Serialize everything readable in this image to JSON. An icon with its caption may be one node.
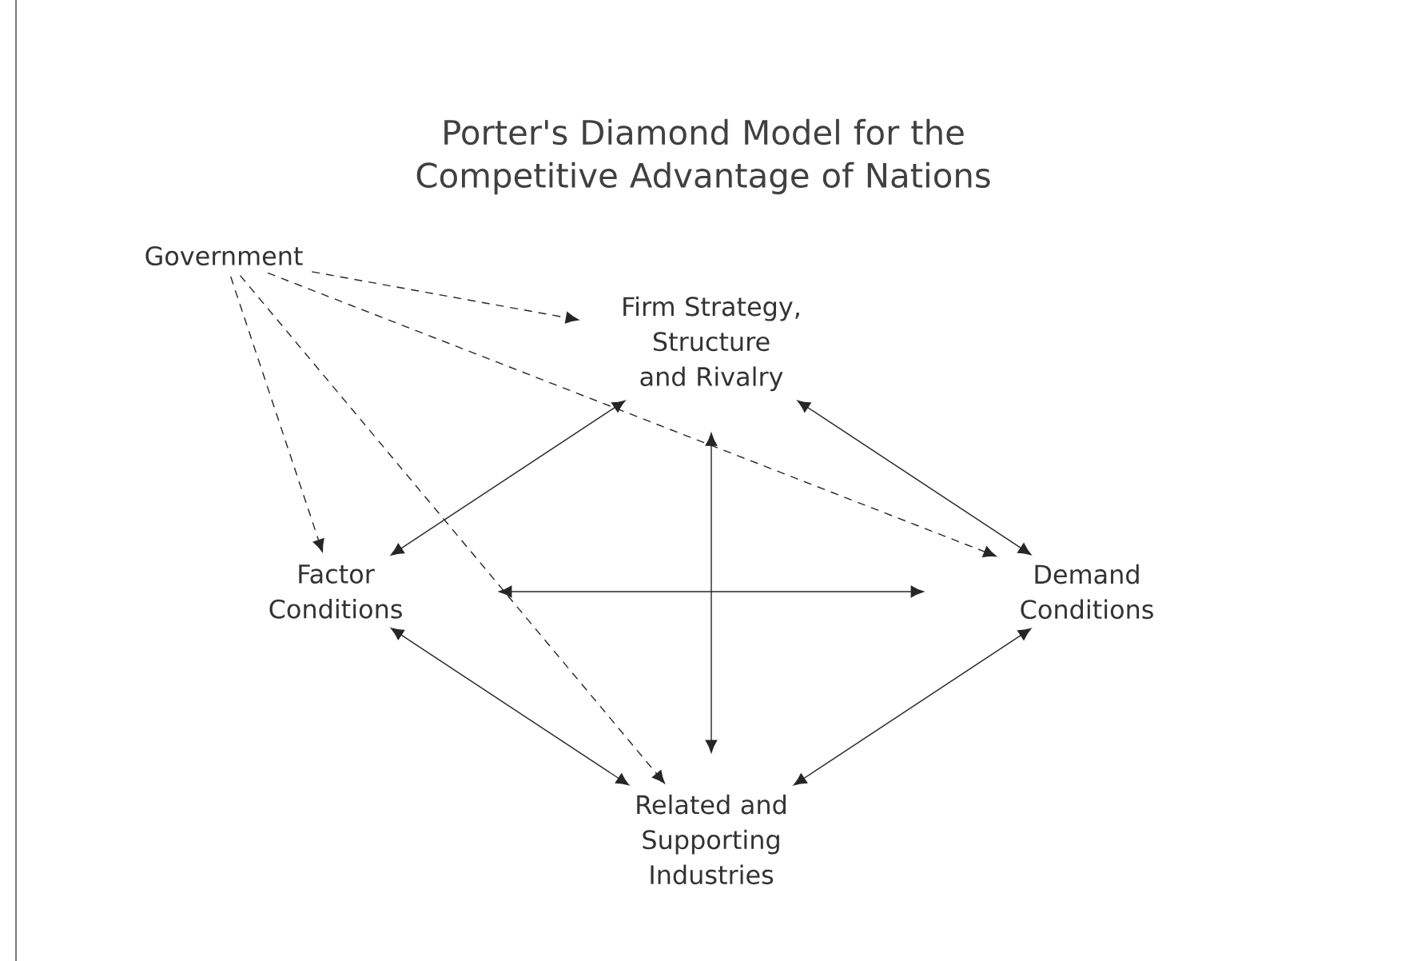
{
  "diagram": {
    "title": "Porter's Diamond Model for the Competitive Advantage of Nations",
    "nodes": [
      {
        "text": [
          "Government"
        ]
      },
      {
        "text": [
          "Firm Strategy, Structure and Rivalry"
        ]
      },
      {
        "text": [
          "Factor Conditions"
        ]
      },
      {
        "text": [
          "Demand Conditions"
        ]
      },
      {
        "text": [
          "Related and Supporting Industries"
        ]
      }
    ],
    "edges": [
      {
        "from": 0,
        "to": 1,
        "arrow": "to",
        "style": "dashed"
      },
      {
        "from": 0,
        "to": 3,
        "arrow": "to",
        "style": "dashed"
      },
      {
        "from": 0,
        "to": 2,
        "arrow": "to",
        "style": "dashed"
      },
      {
        "from": 0,
        "to": 4,
        "arrow": "to",
        "style": "dashed"
      },
      {
        "from": 2,
        "to": 1,
        "arrow": "both"
      },
      {
        "from": 1,
        "to": 3,
        "arrow": "both"
      },
      {
        "from": 1,
        "to": 4,
        "arrow": "both"
      },
      {
        "from": 2,
        "to": 3,
        "arrow": "both"
      },
      {
        "from": 2,
        "to": 4,
        "arrow": "both"
      },
      {
        "from": 3,
        "to": 4,
        "arrow": "both"
      }
    ]
  }
}
